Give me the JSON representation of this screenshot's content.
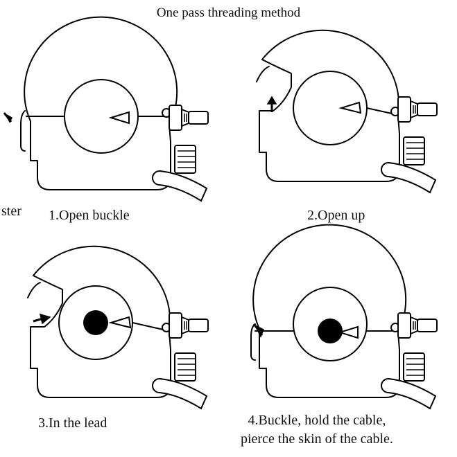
{
  "title": "One pass threading method",
  "fragment_text": "ster",
  "steps": [
    {
      "caption": "1.Open buckle"
    },
    {
      "caption": "2.Open up"
    },
    {
      "caption": "3.In the lead"
    },
    {
      "caption_line1": "4.Buckle, hold the cable,",
      "caption_line2": "pierce the skin of the cable."
    }
  ],
  "icons": [
    "down-right-arrow-icon",
    "up-arrow-icon",
    "right-arrow-icon",
    "down-right-arrow-icon"
  ],
  "colors": {
    "line": "#000000",
    "background": "#ffffff",
    "cable": "#000000"
  }
}
